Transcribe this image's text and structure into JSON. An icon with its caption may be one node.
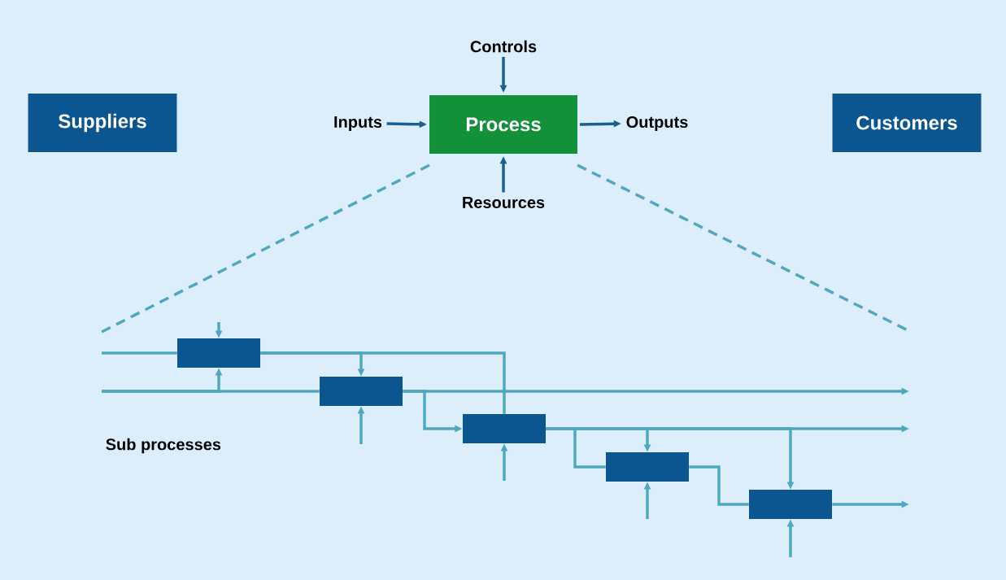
{
  "diagram": {
    "nodes": [
      {
        "text": [
          "Suppliers"
        ]
      },
      {
        "text": [
          "Controls"
        ]
      },
      {
        "text": [
          "Inputs"
        ]
      },
      {
        "text": [
          "Process"
        ]
      },
      {
        "text": [
          "Outputs"
        ]
      },
      {
        "text": [
          "Resources"
        ]
      },
      {
        "text": [
          "Customers"
        ]
      },
      {
        "text": [],
        "shape": "box"
      },
      {
        "text": [],
        "shape": "box"
      },
      {
        "text": [],
        "shape": "box"
      },
      {
        "text": [],
        "shape": "box"
      },
      {
        "text": [],
        "shape": "box"
      }
    ],
    "edges": [
      {
        "from": 1,
        "to": 3,
        "arrow": "to",
        "color": "#1a5f91"
      },
      {
        "from": 2,
        "to": 3,
        "arrow": "to",
        "color": "#1a5f91"
      },
      {
        "from": 3,
        "to": 4,
        "arrow": "to",
        "color": "#1a5f91"
      },
      {
        "from": 5,
        "to": 3,
        "arrow": "to",
        "color": "#1a5f91"
      },
      {
        "from": null,
        "to": 7,
        "arrow": "none"
      },
      {
        "from": 7,
        "to": 8,
        "arrow": "to"
      },
      {
        "from": 7,
        "to": 9,
        "arrow": "none"
      },
      {
        "from": null,
        "to": 8,
        "arrow": "none"
      },
      {
        "from": null,
        "to": 7,
        "arrow": "to"
      },
      {
        "from": null,
        "to": 7,
        "arrow": "to"
      },
      {
        "from": null,
        "to": 8,
        "arrow": "to"
      },
      {
        "from": 8,
        "to": null,
        "arrow": "to"
      },
      {
        "from": 8,
        "to": 9,
        "arrow": "to"
      },
      {
        "from": null,
        "to": 9,
        "arrow": "to"
      },
      {
        "from": 9,
        "to": null,
        "arrow": "to"
      },
      {
        "from": 9,
        "to": 10,
        "arrow": "none"
      },
      {
        "from": 9,
        "to": 10,
        "arrow": "to"
      },
      {
        "from": 9,
        "to": 11,
        "arrow": "to"
      },
      {
        "from": null,
        "to": 10,
        "arrow": "to"
      },
      {
        "from": 10,
        "to": 11,
        "arrow": "none"
      },
      {
        "from": null,
        "to": 11,
        "arrow": "to"
      },
      {
        "from": 11,
        "to": null,
        "arrow": "to"
      }
    ],
    "labels": [
      "Sub processes"
    ]
  }
}
